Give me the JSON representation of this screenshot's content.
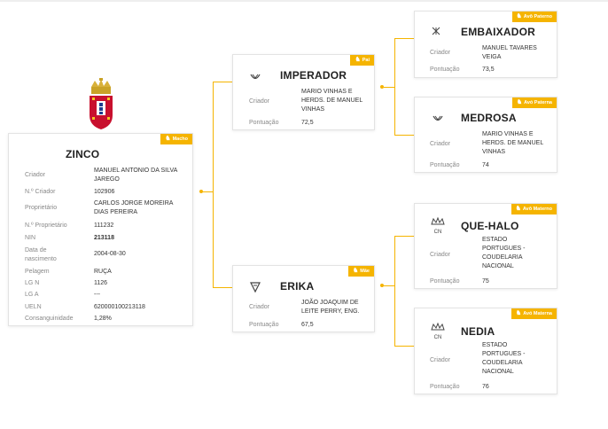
{
  "horse": {
    "name": "ZINCO",
    "badge": "Macho",
    "fields": [
      {
        "label": "Criador",
        "value": "MANUEL ANTONIO DA SILVA JAREGO"
      },
      {
        "label": "N.º Criador",
        "value": "102906"
      },
      {
        "label": "Proprietário",
        "value": "CARLOS JORGE MOREIRA DIAS PEREIRA"
      },
      {
        "label": "N.º Proprietário",
        "value": "111232"
      },
      {
        "label": "NIN",
        "value": "213118"
      },
      {
        "label": "Data de nascimento",
        "value": "2004-08-30"
      },
      {
        "label": "Pelagem",
        "value": "RUÇA"
      },
      {
        "label": "LG N",
        "value": "1126"
      },
      {
        "label": "LG A",
        "value": "---"
      },
      {
        "label": "UELN",
        "value": "620000100213118"
      },
      {
        "label": "Consanguinidade",
        "value": "1,28%"
      }
    ]
  },
  "labels": {
    "criador": "Criador",
    "pontuacao": "Pontuação"
  },
  "sire": {
    "name": "IMPERADOR",
    "badge": "Pai",
    "criador": "MARIO VINHAS E HERDS. DE MANUEL VINHAS",
    "pontuacao": "72,5"
  },
  "dam": {
    "name": "ERIKA",
    "badge": "Mãe",
    "criador": "JOÃO JOAQUIM DE LEITE PERRY, ENG.",
    "pontuacao": "67,5"
  },
  "paternal_grandsire": {
    "name": "EMBAIXADOR",
    "badge": "Avô Paterno",
    "criador": "MANUEL TAVARES VEIGA",
    "pontuacao": "73,5"
  },
  "paternal_granddam": {
    "name": "MEDROSA",
    "badge": "Avó Paterna",
    "criador": "MARIO VINHAS E HERDS. DE MANUEL VINHAS",
    "pontuacao": "74"
  },
  "maternal_grandsire": {
    "name": "QUE-HALO",
    "badge": "Avô Materno",
    "criador": "ESTADO PORTUGUES - COUDELARIA NACIONAL",
    "pontuacao": "75"
  },
  "maternal_granddam": {
    "name": "NEDIA",
    "badge": "Avó Materna",
    "criador": "ESTADO PORTUGUES - COUDELARIA NACIONAL",
    "pontuacao": "76"
  },
  "colors": {
    "accent": "#f5b400",
    "text": "#333333",
    "label": "#888888"
  },
  "icons": {
    "badge": "horse-icon",
    "emblem": "breed-brand-icon",
    "crest": "coat-of-arms-icon"
  }
}
